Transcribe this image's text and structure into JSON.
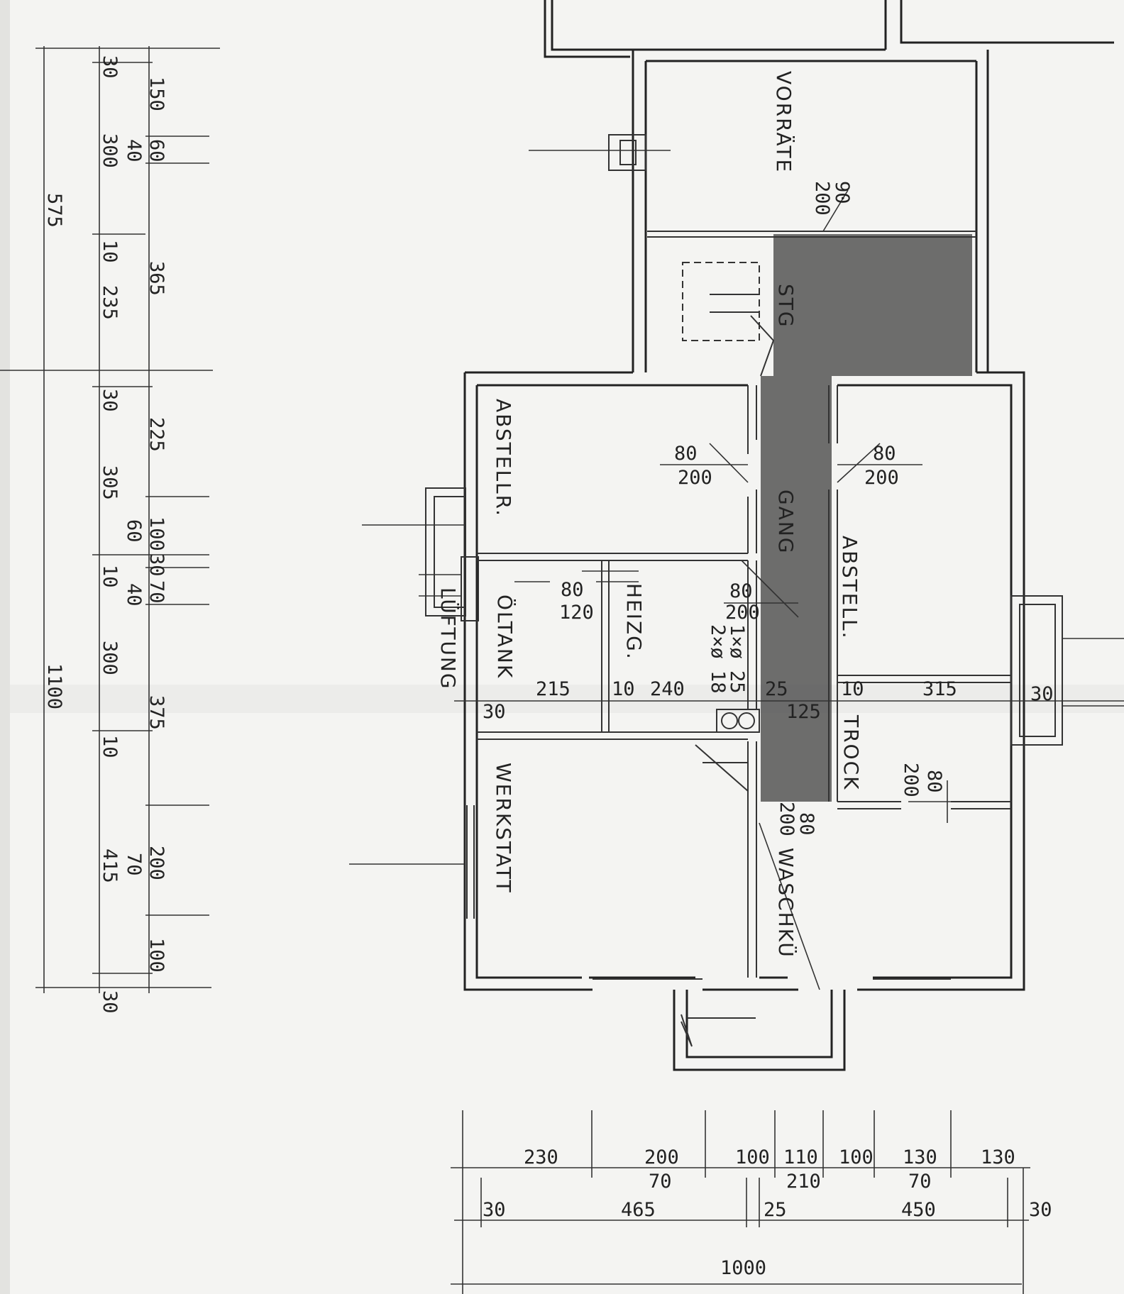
{
  "rooms": {
    "vorraete": "VORRÄTE",
    "abstellr": "ABSTELLR.",
    "abstell": "ABSTELL.",
    "oeltank": "ÖLTANK",
    "heizg": "HEIZG.",
    "lueftung": "LÜFTUNG",
    "werkstatt": "WERKSTATT",
    "waschkue": "WASCHKÜ",
    "trock": "TROCK",
    "gang": "GANG",
    "stg": "STG"
  },
  "doors": {
    "vorraete": [
      "90",
      "200"
    ],
    "abstellr": [
      "80",
      "200"
    ],
    "abstell": [
      "80",
      "200"
    ],
    "oeltank": [
      "80",
      "120"
    ],
    "heizg": [
      "80",
      "200"
    ],
    "trock": [
      "80",
      "200"
    ],
    "waschkue": [
      "80",
      "200"
    ]
  },
  "pipes": [
    "1×ø 25",
    "2×ø 18"
  ],
  "inner_dims": {
    "oeltank_w": "215",
    "wall_10a": "10",
    "heizg_w": "240",
    "wall_25": "25",
    "gang_w": "125",
    "wall_10b": "10",
    "trock_w": "315",
    "right_30": "30",
    "left_30": "30"
  },
  "left_dims": {
    "total": "1100",
    "upper": "575",
    "col1": [
      "30",
      "300",
      "10",
      "235",
      "30",
      "305",
      "10",
      "300",
      "10",
      "415",
      "30"
    ],
    "col2": [
      "40",
      "60",
      "40",
      "70"
    ],
    "col3": [
      "150",
      "60",
      "365",
      "225",
      "100",
      "30",
      "70",
      "375",
      "200",
      "100"
    ]
  },
  "bottom_dims": {
    "row1": [
      "230",
      "200",
      "100",
      "110",
      "100",
      "130",
      "130"
    ],
    "row2": [
      "70",
      "210",
      "70"
    ],
    "row3": [
      "30",
      "465",
      "25",
      "450",
      "30"
    ],
    "total": "1000"
  }
}
